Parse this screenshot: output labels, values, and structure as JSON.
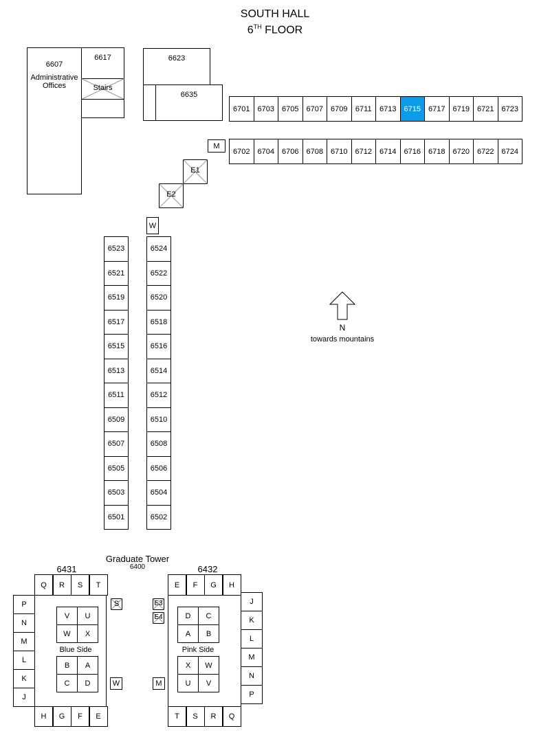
{
  "title": {
    "line1": "SOUTH HALL",
    "line2_num": "6",
    "line2_sup": "TH",
    "line2_rest": " FLOOR"
  },
  "admin": {
    "number": "6607",
    "label1": "Administrative",
    "label2": "Offices"
  },
  "rooms_misc": {
    "r6617": "6617",
    "stairs": "Stairs",
    "r6623": "6623",
    "r6635": "6635"
  },
  "row_6700_top": [
    "6701",
    "6703",
    "6705",
    "6707",
    "6709",
    "6711",
    "6713",
    "6715",
    "6717",
    "6719",
    "6721",
    "6723"
  ],
  "row_6700_bottom": [
    "6702",
    "6704",
    "6706",
    "6708",
    "6710",
    "6712",
    "6714",
    "6716",
    "6718",
    "6720",
    "6722",
    "6724"
  ],
  "highlighted_room": "6715",
  "highlight_color": "#0a9be9",
  "markers": {
    "m": "M",
    "e1": "E1",
    "e2": "E2",
    "w": "W"
  },
  "col_6500_left": [
    "6523",
    "6521",
    "6519",
    "6517",
    "6515",
    "6513",
    "6511",
    "6509",
    "6507",
    "6505",
    "6503",
    "6501"
  ],
  "col_6500_right": [
    "6524",
    "6522",
    "6520",
    "6518",
    "6516",
    "6514",
    "6512",
    "6510",
    "6508",
    "6506",
    "6504",
    "6502"
  ],
  "compass": {
    "letter": "N",
    "caption": "towards mountains"
  },
  "tower": {
    "title": "Graduate Tower",
    "number": "6400",
    "blue": {
      "number": "6431",
      "side_label": "Blue Side",
      "top": [
        "Q",
        "R",
        "S",
        "T"
      ],
      "bottom": [
        "H",
        "G",
        "F",
        "E"
      ],
      "left": [
        "P",
        "N",
        "M",
        "L",
        "K",
        "J"
      ],
      "inner_top": [
        "V",
        "U",
        "W",
        "X"
      ],
      "inner_bottom": [
        "B",
        "A",
        "C",
        "D"
      ],
      "stairs": "S",
      "wc": "W"
    },
    "pink": {
      "number": "6432",
      "side_label": "Pink Side",
      "top": [
        "E",
        "F",
        "G",
        "H"
      ],
      "bottom": [
        "T",
        "S",
        "R",
        "Q"
      ],
      "right": [
        "J",
        "K",
        "L",
        "M",
        "N",
        "P"
      ],
      "inner_top": [
        "D",
        "C",
        "A",
        "B"
      ],
      "inner_bottom": [
        "X",
        "W",
        "U",
        "V"
      ],
      "e3": "E3",
      "e4": "E4",
      "m": "M"
    }
  }
}
